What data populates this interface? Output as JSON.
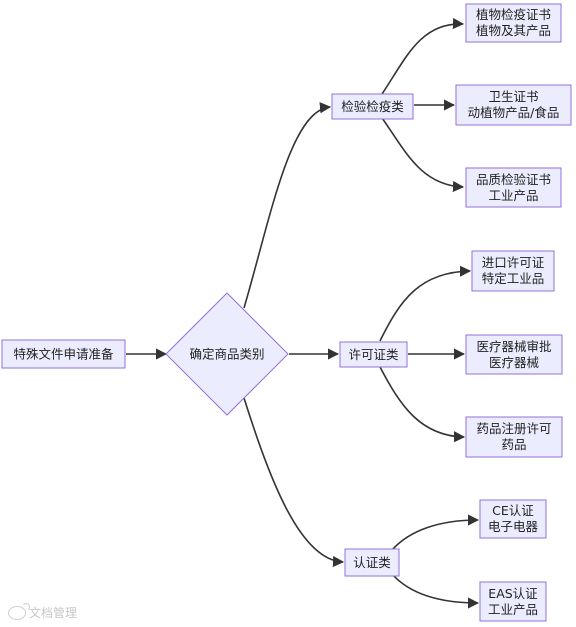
{
  "nodes": {
    "prepare": [
      "特殊文件申请准备"
    ],
    "classify": [
      "确定商品类别"
    ],
    "inspection": [
      "检验检疫类"
    ],
    "license": [
      "许可证类"
    ],
    "certification": [
      "认证类"
    ],
    "phyto": [
      "植物检疫证书",
      "植物及其产品"
    ],
    "health": [
      "卫生证书",
      "动植物产品/食品"
    ],
    "quality": [
      "品质检验证书",
      "工业产品"
    ],
    "import_license": [
      "进口许可证",
      "特定工业品"
    ],
    "medical": [
      "医疗器械审批",
      "医疗器械"
    ],
    "drug": [
      "药品注册许可",
      "药品"
    ],
    "ce": [
      "CE认证",
      "电子电器"
    ],
    "eas": [
      "EAS认证",
      "工业产品"
    ]
  },
  "watermark": "文档管理",
  "colors": {
    "node_fill": "#ECECFF",
    "node_stroke": "#9370DB",
    "edge": "#333333"
  }
}
